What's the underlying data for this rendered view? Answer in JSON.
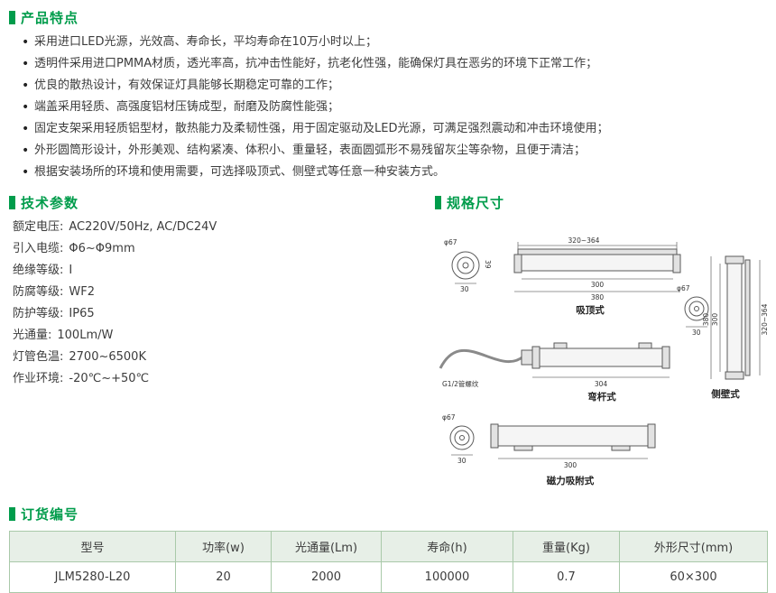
{
  "colors": {
    "accent": "#009c4b",
    "table_header_bg": "#e7efe7",
    "table_border": "#a9c9a9"
  },
  "features": {
    "title": "产品特点",
    "items": [
      "采用进口LED光源，光效高、寿命长，平均寿命在10万小时以上；",
      "透明件采用进口PMMA材质，透光率高，抗冲击性能好，抗老化性强，能确保灯具在恶劣的环境下正常工作；",
      "优良的散热设计，有效保证灯具能够长期稳定可靠的工作；",
      "端盖采用轻质、高强度铝材压铸成型，耐磨及防腐性能强；",
      "固定支架采用轻质铝型材，散热能力及柔韧性强，用于固定驱动及LED光源，可满足强烈震动和冲击环境使用；",
      "外形圆筒形设计，外形美观、结构紧凑、体积小、重量轻，表面圆弧形不易残留灰尘等杂物，且便于清洁；",
      "根据安装场所的环境和使用需要，可选择吸顶式、侧壁式等任意一种安装方式。"
    ]
  },
  "tech": {
    "title": "技术参数",
    "params": [
      {
        "label": "额定电压:",
        "value": "AC220V/50Hz, AC/DC24V"
      },
      {
        "label": "引入电缆:",
        "value": "Φ6~Φ9mm"
      },
      {
        "label": "绝缘等级:",
        "value": "I"
      },
      {
        "label": "防腐等级:",
        "value": "WF2"
      },
      {
        "label": "防护等级:",
        "value": "IP65"
      },
      {
        "label": "光通量:",
        "value": "100Lm/W"
      },
      {
        "label": "灯管色温:",
        "value": "2700~6500K"
      },
      {
        "label": "作业环境:",
        "value": "-20℃~+50℃"
      }
    ]
  },
  "dims": {
    "title": "规格尺寸",
    "ceiling": {
      "name": "吸顶式",
      "dia": "φ67",
      "d39": "39",
      "d30": "30",
      "top": "320~364",
      "len": "300",
      "overall": "380"
    },
    "bent": {
      "name": "弯杆式",
      "thread": "G1/2管螺纹",
      "len": "304"
    },
    "wall": {
      "name": "侧壁式",
      "dia": "φ67",
      "d30": "30",
      "len": "300",
      "overall": "380",
      "top": "320~364"
    },
    "magnet": {
      "name": "磁力吸附式",
      "dia": "φ67",
      "d30": "30",
      "len": "300"
    }
  },
  "order": {
    "title": "订货编号",
    "table": {
      "headers": [
        "型号",
        "功率(w)",
        "光通量(Lm)",
        "寿命(h)",
        "重量(Kg)",
        "外形尺寸(mm)"
      ],
      "row": [
        "JLM5280-L20",
        "20",
        "2000",
        "100000",
        "0.7",
        "60×300"
      ]
    }
  }
}
